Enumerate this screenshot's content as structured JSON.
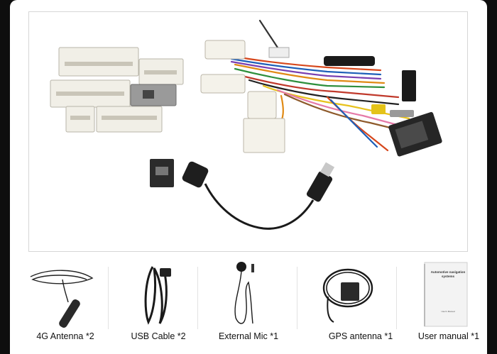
{
  "accessories": [
    {
      "label": "4G Antenna *2"
    },
    {
      "label": "USB Cable *2"
    },
    {
      "label": "External Mic *1"
    },
    {
      "label": "GPS antenna *1"
    },
    {
      "label": "User manual *1"
    }
  ],
  "manual": {
    "title": "Automotive navigation systems",
    "subtitle": "User's Manual"
  }
}
